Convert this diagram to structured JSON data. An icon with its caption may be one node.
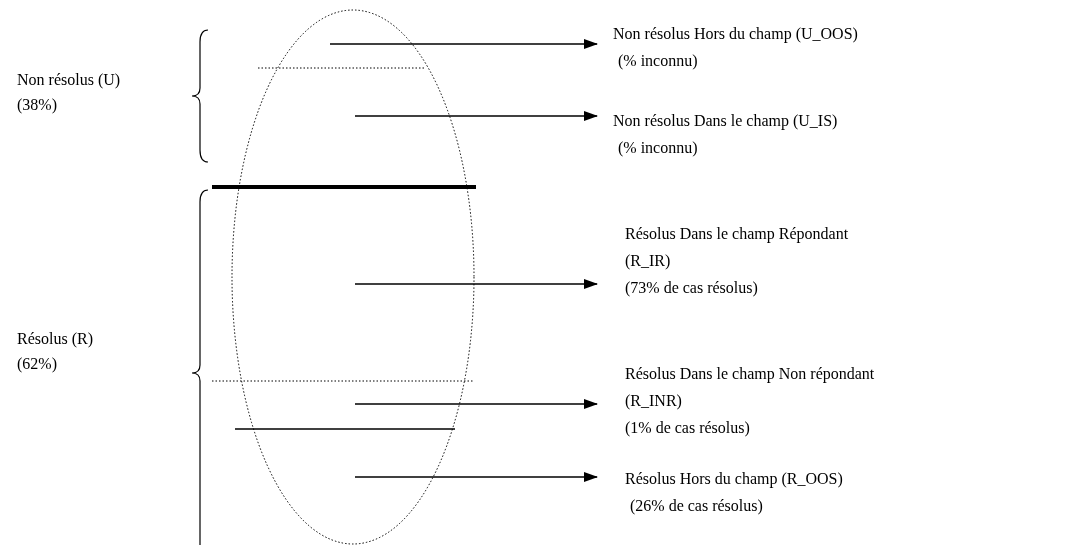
{
  "diagram": {
    "nodes": [
      {
        "text": [
          "Non résolus Hors du champ (U_OOS)",
          "(% inconnu)"
        ]
      },
      {
        "text": [
          "Non résolus Dans le champ (U_IS)",
          "(% inconnu)"
        ]
      },
      {
        "text": [
          "Résolus Dans le champ Répondant (R_IR)",
          "(73% de cas résolus)"
        ]
      },
      {
        "text": [
          "Résolus Dans le champ Non répondant (R_INR)",
          "(1% de cas résolus)"
        ]
      },
      {
        "text": [
          "Résolus Hors du champ (R_OOS)",
          "(26% de cas résolus)"
        ]
      }
    ],
    "edges": [
      {
        "from": null,
        "to": 0,
        "arrow": "to"
      },
      {
        "from": null,
        "to": 1,
        "arrow": "to"
      },
      {
        "from": null,
        "to": 2,
        "arrow": "to"
      },
      {
        "from": null,
        "to": 3,
        "arrow": "to"
      },
      {
        "from": null,
        "to": 4,
        "arrow": "to"
      }
    ],
    "labels": [
      "Non résolus (U)",
      "(38%)",
      "Résolus (R)",
      "(62%)"
    ]
  }
}
